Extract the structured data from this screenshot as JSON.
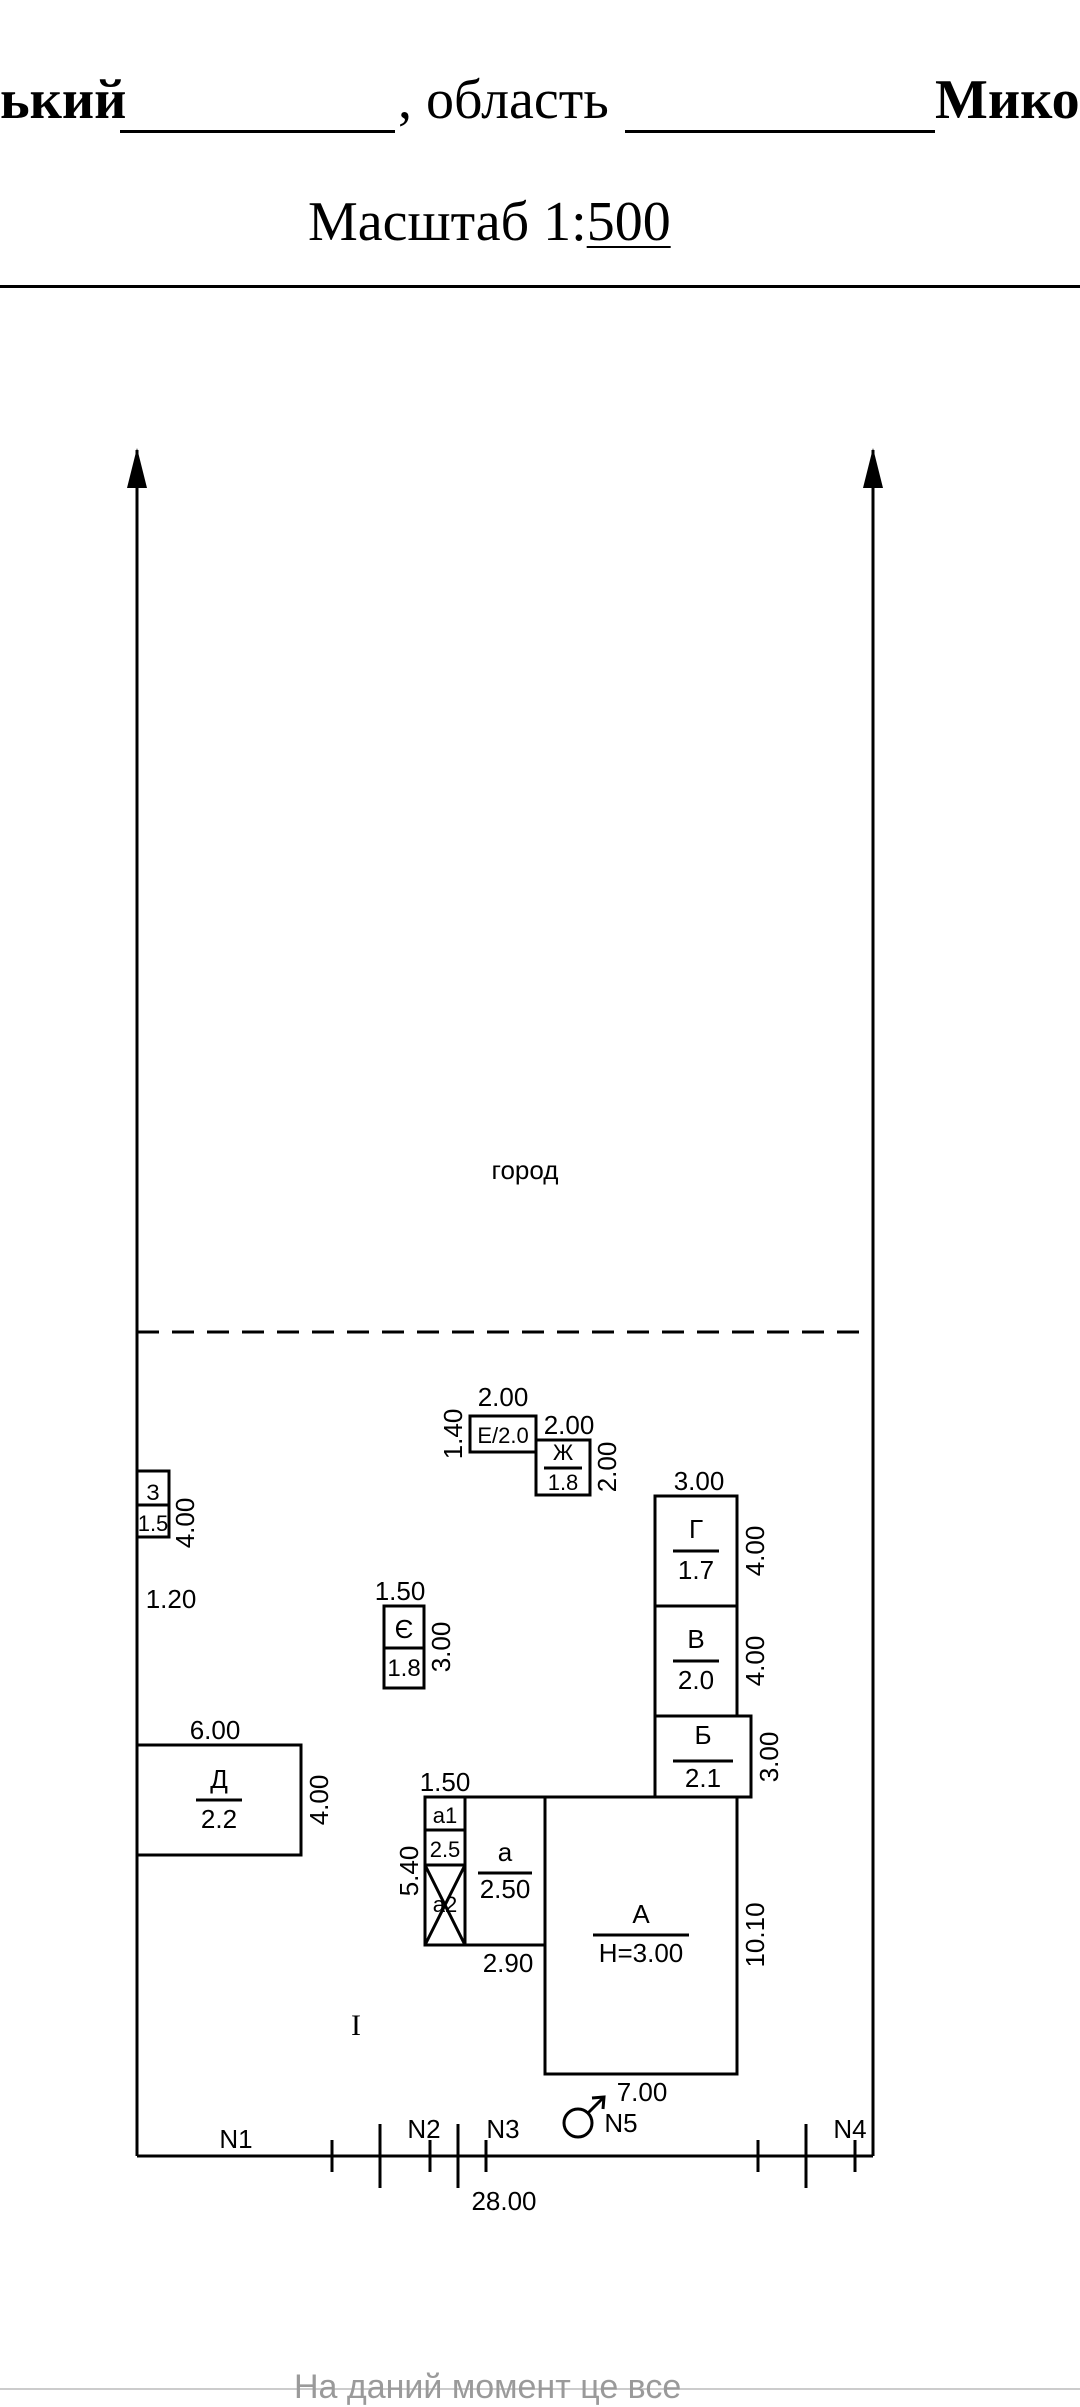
{
  "header": {
    "district_fragment": "ький",
    "region_label": ", область",
    "region_fragment": "Мико",
    "scale_label": "Масштаб 1:",
    "scale_value": "500"
  },
  "plan": {
    "garden_label": "город",
    "yard_label": "I",
    "buildings": {
      "A": {
        "name": "А",
        "value": "Н=3.00"
      },
      "a": {
        "name": "а",
        "value": "2.50"
      },
      "a1": {
        "name": "а1",
        "value": "2.5"
      },
      "a2": {
        "name": "а2"
      },
      "B": {
        "name": "Б",
        "value": "2.1"
      },
      "V": {
        "name": "В",
        "value": "2.0"
      },
      "G": {
        "name": "Г",
        "value": "1.7"
      },
      "D": {
        "name": "Д",
        "value": "2.2"
      },
      "Ye": {
        "name": "Є",
        "value": "1.8"
      },
      "E": {
        "label": "Е/2.0"
      },
      "Zh": {
        "name": "Ж",
        "value": "1.8"
      },
      "Z": {
        "name": "З",
        "value": "1.5"
      }
    },
    "dimensions": {
      "a_width": "1.50",
      "a_height": "5.40",
      "a_bottom": "2.90",
      "A_height": "10.10",
      "A_width": "7.00",
      "B_height": "3.00",
      "V_height": "4.00",
      "G_height": "4.00",
      "G_width": "3.00",
      "D_width": "6.00",
      "D_height": "4.00",
      "Ye_width": "1.50",
      "Ye_height": "3.00",
      "E_width": "2.00",
      "E_height": "1.40",
      "Zh_width": "2.00",
      "Zh_height": "2.00",
      "Z_height": "4.00",
      "Z_width": "1.20",
      "front_total": "28.00"
    },
    "neighbors": [
      "N1",
      "N2",
      "N3",
      "N4"
    ],
    "entrance_label": "N5"
  },
  "footer": {
    "text": "На даний момент це все"
  },
  "colors": {
    "ink": "#000000",
    "paper": "#ffffff",
    "muted": "#9a9a9a"
  }
}
